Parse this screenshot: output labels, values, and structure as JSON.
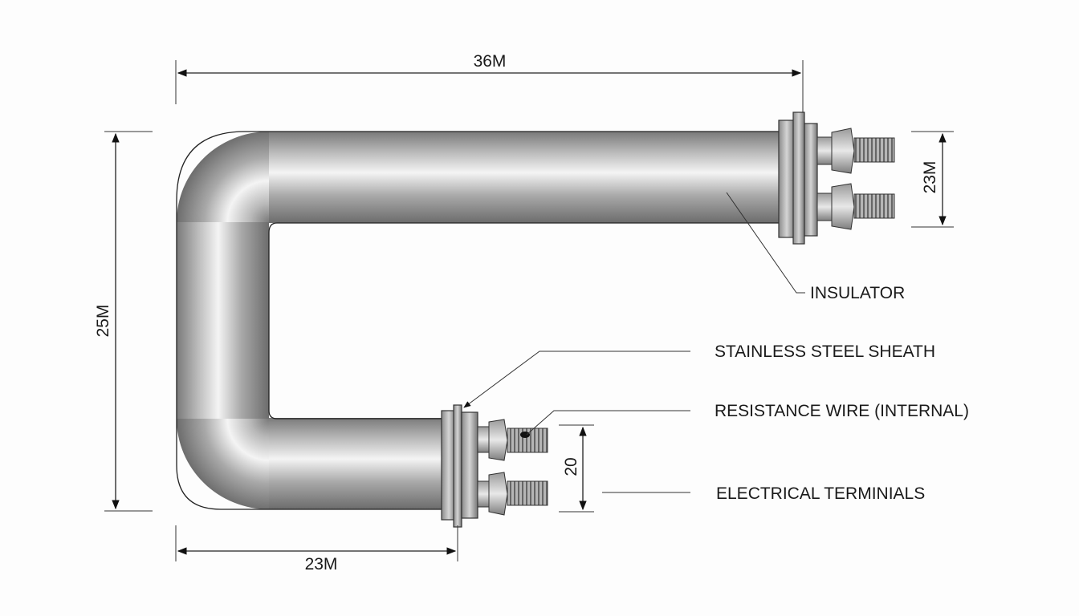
{
  "dimensions": {
    "top_width": "36M",
    "left_height": "25M",
    "right_spacing": "23M",
    "bottom_width": "23M",
    "bottom_spacing": "20"
  },
  "labels": {
    "insulator": "INSULATOR",
    "sheath": "STAINLESS STEEL SHEATH",
    "resistance_wire": "RESISTANCE WIRE (INTERNAL)",
    "terminals": "ELECTRICAL TERMINIALS"
  },
  "colors": {
    "tube_dark": "#6e6e6e",
    "tube_light": "#f2f2f2",
    "outline": "#333333"
  }
}
